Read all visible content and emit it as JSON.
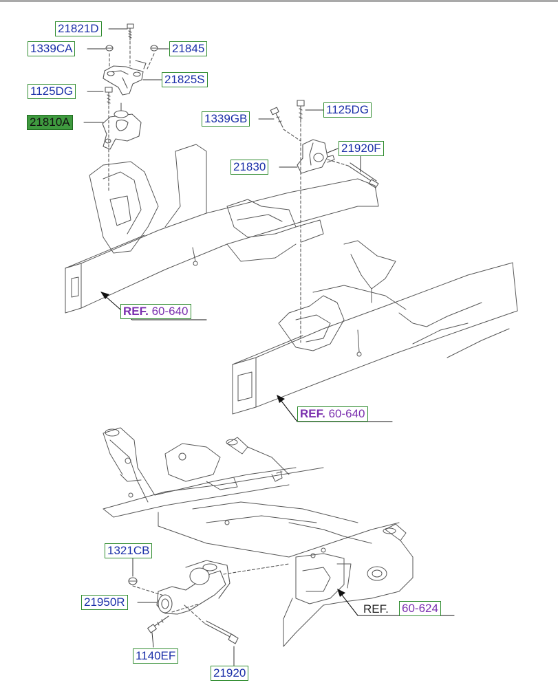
{
  "labels": {
    "p21821D": "21821D",
    "p1339CA": "1339CA",
    "p21845": "21845",
    "p21825S": "21825S",
    "p1125DG_left": "1125DG",
    "p21810A": "21810A",
    "p1339GB": "1339GB",
    "p1125DG_right": "1125DG",
    "p21920F": "21920F",
    "p21830": "21830",
    "p1321CB": "1321CB",
    "p21950R": "21950R",
    "p1140EF": "1140EF",
    "p21920": "21920"
  },
  "refs": {
    "ref1": {
      "prefix": "REF.",
      "number": "60-640"
    },
    "ref2": {
      "prefix": "REF.",
      "number": "60-640"
    },
    "ref3": {
      "prefix": "REF.",
      "number": "60-624"
    }
  },
  "colors": {
    "label_text": "#1a2fa8",
    "label_border": "#2e8b2e",
    "highlight_fill": "#3f9a3f",
    "ref_text": "#7a2fae",
    "line_art": "#555555"
  }
}
